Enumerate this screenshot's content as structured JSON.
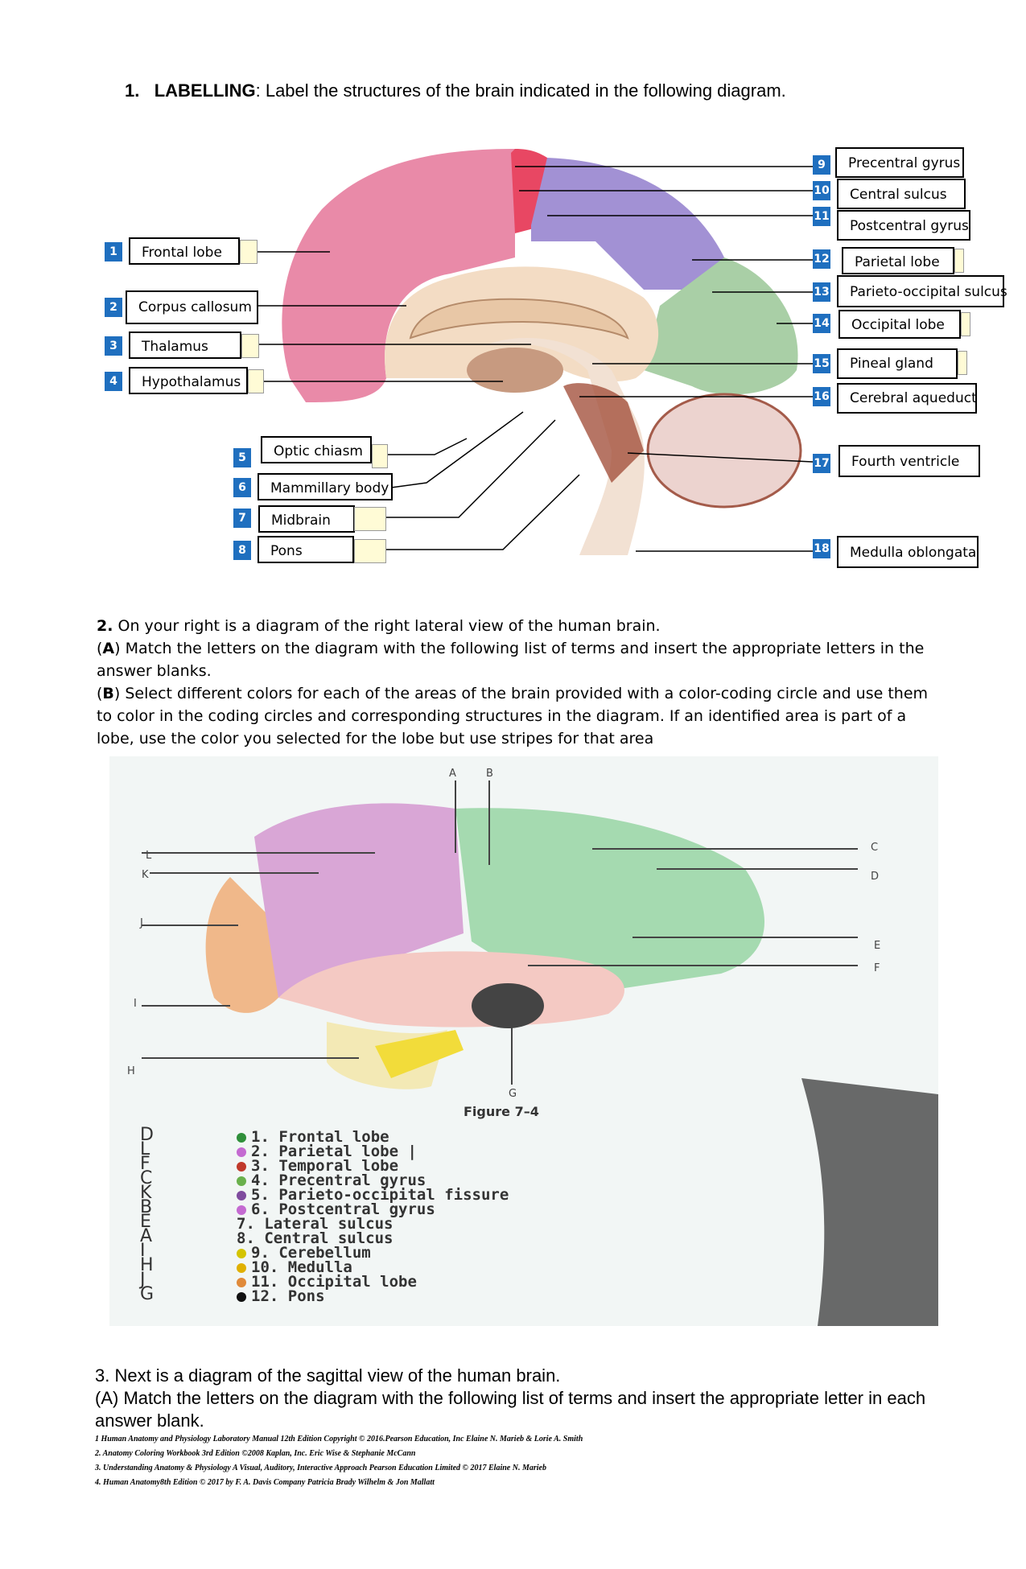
{
  "q1": {
    "number": "1.",
    "heading": "LABELLING",
    "instruction": ":  Label the structures of the brain indicated in the following diagram.",
    "labels": [
      {
        "n": "1",
        "text": "Frontal lobe"
      },
      {
        "n": "2",
        "text": "Corpus callosum"
      },
      {
        "n": "3",
        "text": "Thalamus"
      },
      {
        "n": "4",
        "text": "Hypothalamus"
      },
      {
        "n": "5",
        "text": "Optic chiasm"
      },
      {
        "n": "6",
        "text": "Mammillary body"
      },
      {
        "n": "7",
        "text": "Midbrain"
      },
      {
        "n": "8",
        "text": "Pons"
      },
      {
        "n": "9",
        "text": "Precentral gyrus"
      },
      {
        "n": "10",
        "text": "Central sulcus"
      },
      {
        "n": "11",
        "text": "Postcentral gyrus"
      },
      {
        "n": "12",
        "text": "Parietal  lobe"
      },
      {
        "n": "13",
        "text": "Parieto-occipital sulcus"
      },
      {
        "n": "14",
        "text": "Occipital  lobe"
      },
      {
        "n": "15",
        "text": "Pineal gland"
      },
      {
        "n": "16",
        "text": "Cerebral aqueduct"
      },
      {
        "n": "17",
        "text": "Fourth ventricle"
      },
      {
        "n": "18",
        "text": "Medulla oblongata"
      }
    ]
  },
  "q2": {
    "line1_num": "2.",
    "line1": " On your right is a diagram of the right lateral view of the human brain.",
    "a_tag": "A",
    "a_text": " Match the letters on the diagram with the following list of terms and insert the appropriate letters in the answer blanks.",
    "b_tag": "B",
    "b_text": " Select different colors for each of the areas of the brain provided with a color-coding circle and use them to color in the coding circles and corresponding structures in the diagram. If an identified area is part of a lobe, use the color you selected for the lobe but use stripes for that area",
    "figure_caption": "Figure 7–4",
    "diagram_letters": [
      "A",
      "B",
      "C",
      "D",
      "E",
      "F",
      "G",
      "H",
      "I",
      "J",
      "K",
      "L"
    ],
    "answers": [
      {
        "answer": "D",
        "term": "1.  Frontal lobe",
        "color": "#2f8f3a"
      },
      {
        "answer": "L",
        "term": "2.  Parietal lobe |",
        "color": "#c46ad1"
      },
      {
        "answer": "F",
        "term": "3.  Temporal lobe",
        "color": "#c0392b"
      },
      {
        "answer": "C",
        "term": "4.  Precentral gyrus",
        "color": "#6ab04c"
      },
      {
        "answer": "K",
        "term": "5.  Parieto-occipital fissure",
        "color": "#7f4b9e"
      },
      {
        "answer": "B",
        "term": "6.  Postcentral gyrus",
        "color": "#c46ad1"
      },
      {
        "answer": "E",
        "term": "7.  Lateral sulcus",
        "color": ""
      },
      {
        "answer": "A",
        "term": "8.  Central sulcus",
        "color": ""
      },
      {
        "answer": "I",
        "term": "9.  Cerebellum",
        "color": "#d4c400"
      },
      {
        "answer": "H",
        "term": "10.  Medulla",
        "color": "#e0b000"
      },
      {
        "answer": "J",
        "term": "11.  Occipital lobe",
        "color": "#e08a3a"
      },
      {
        "answer": "G",
        "term": "12.  Pons",
        "color": "#111111"
      }
    ]
  },
  "q3": {
    "line1": "3. Next is a diagram of the sagittal view of the human brain.",
    "line2": "  (A) Match the letters on the diagram with the following list of terms and insert the appropriate letter in each answer blank."
  },
  "references": [
    "1 Human Anatomy and Physiology Laboratory Manual 12th Edition Copyright © 2016.Pearson Education, Inc Elaine N. Marieb & Lorie A. Smith",
    "2. Anatomy Coloring Workbook 3rd Edition ©2008 Kaplan, Inc.  Eric Wise & Stephanie McCann",
    "3. Understanding Anatomy & Physiology A Visual, Auditory, Interactive Approach Pearson Education Limited © 2017 Elaine N. Marieb",
    "4. Human Anatomy8th Edition © 2017 by F. A. Davis Company    Patricia Brady Wilhelm & Jon Mallatt"
  ]
}
